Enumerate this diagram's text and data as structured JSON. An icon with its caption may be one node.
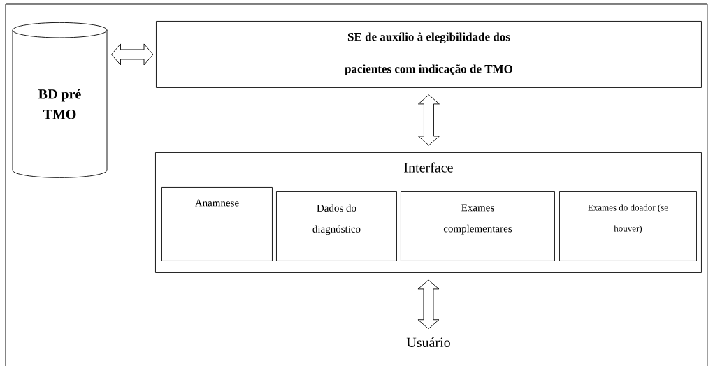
{
  "diagram": {
    "nodes": [
      {
        "text": [
          "BD pré TMO"
        ]
      },
      {
        "text": [
          "SE de auxílio à elegibilidade dos pacientes com indicação de TMO"
        ]
      },
      {
        "text": [
          "Interface"
        ]
      },
      {
        "text": [
          "Anamnese"
        ],
        "in": 2
      },
      {
        "text": [
          "Dados do diagnóstico"
        ],
        "in": 2
      },
      {
        "text": [
          "Exames complementares"
        ],
        "in": 2
      },
      {
        "text": [
          "Exames do doador (se houver)"
        ],
        "in": 2
      },
      {
        "text": [
          "Usuário"
        ]
      }
    ],
    "edges": [
      {
        "from": 0,
        "to": 1,
        "arrow": "both"
      },
      {
        "from": 1,
        "to": 2,
        "arrow": "both"
      },
      {
        "from": 2,
        "to": 7,
        "arrow": "both"
      }
    ]
  }
}
